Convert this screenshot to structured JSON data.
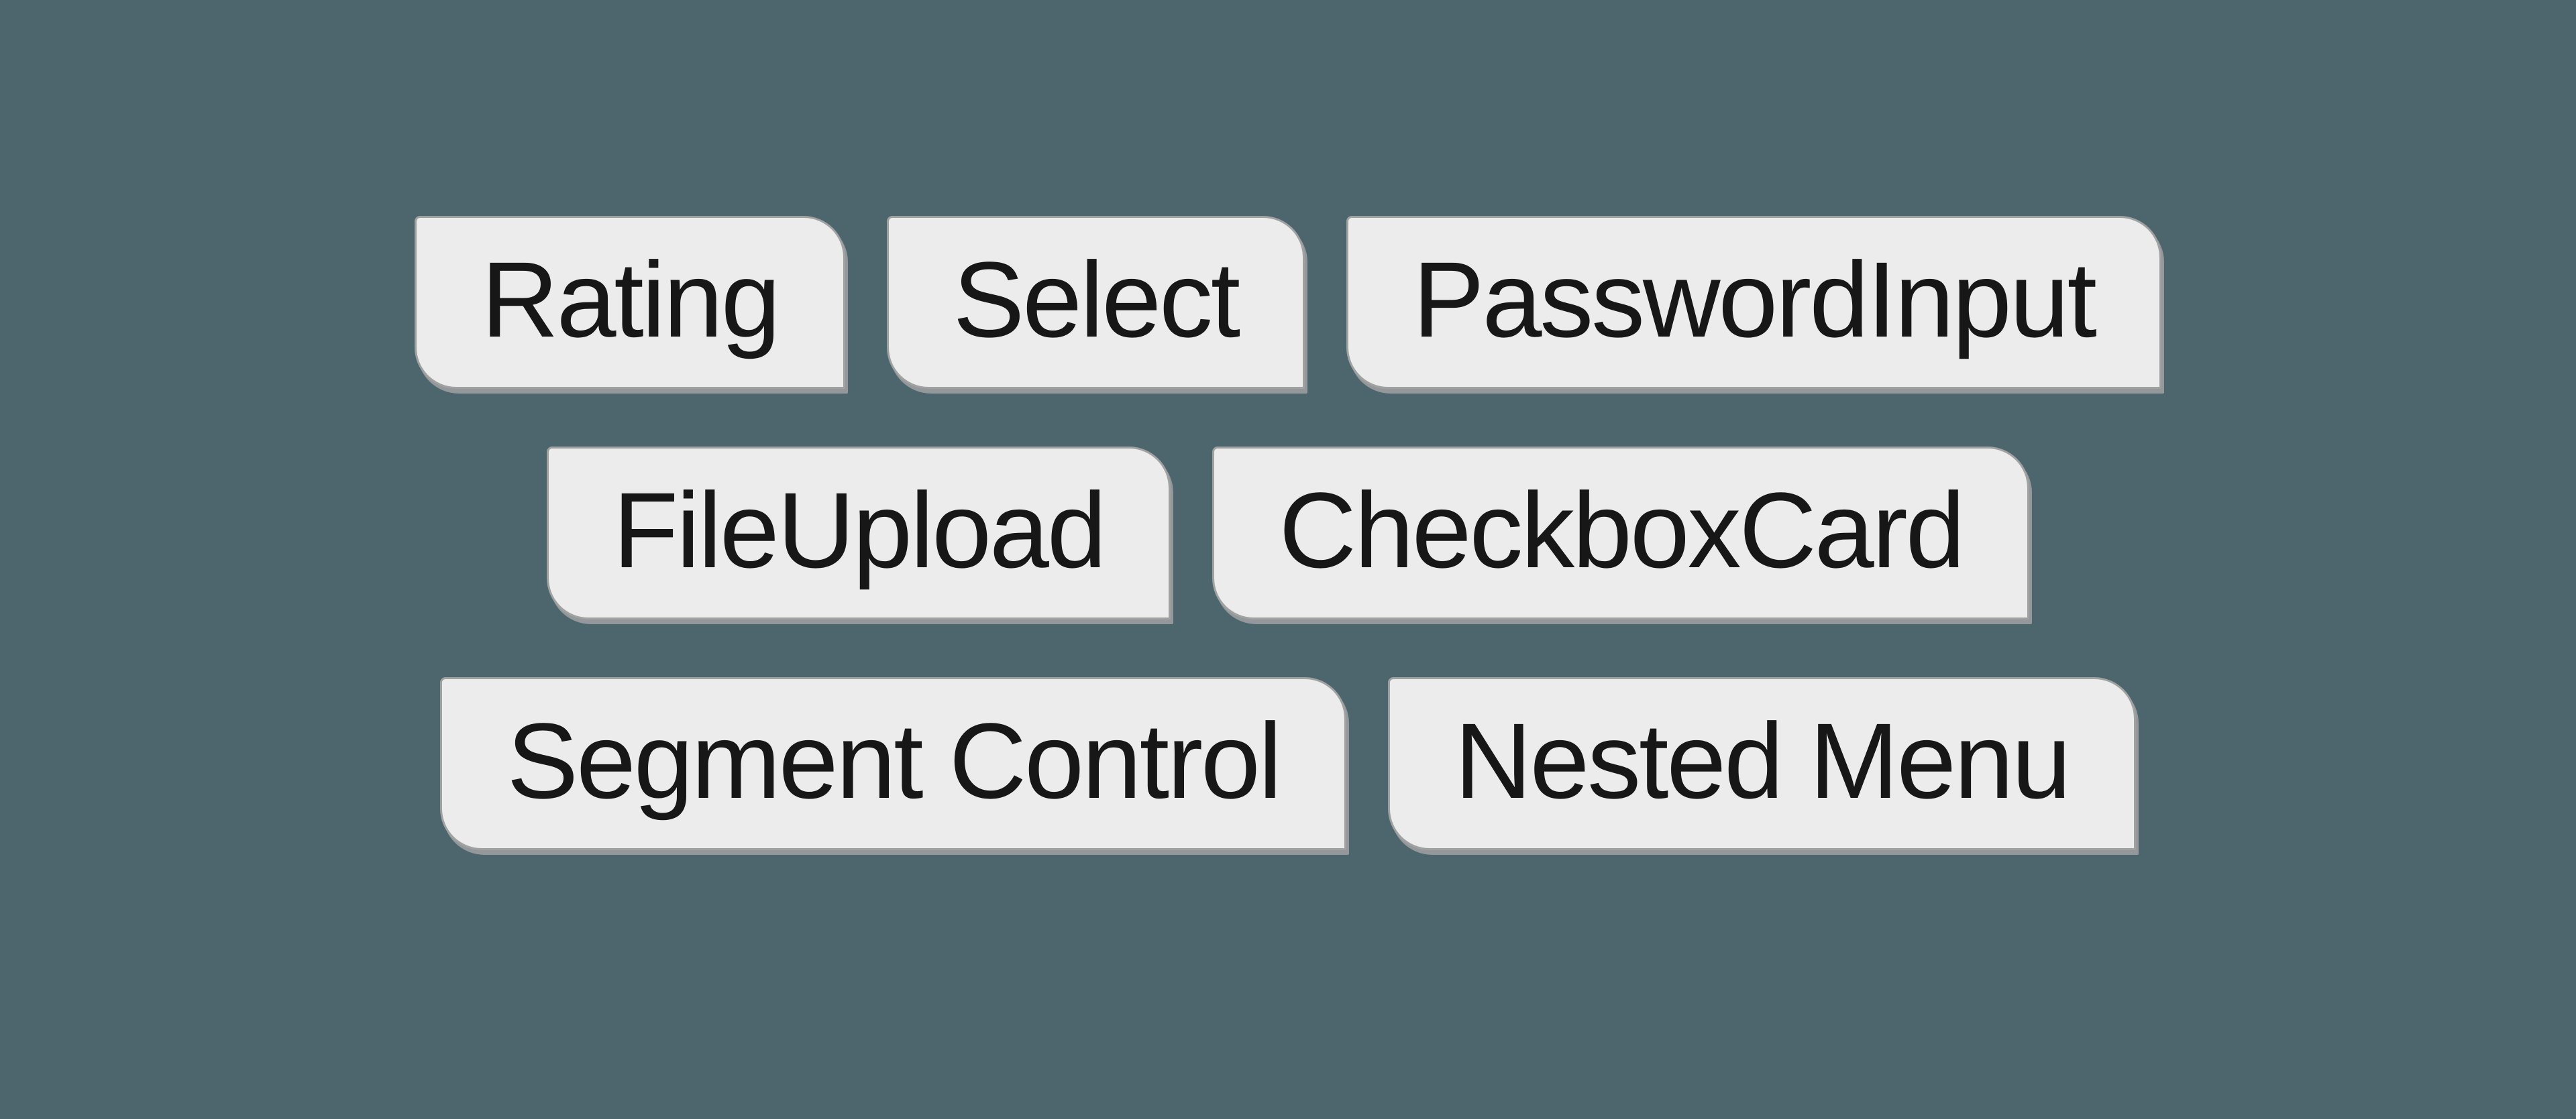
{
  "page": {
    "background_color": "#4d666e"
  },
  "tag_style": {
    "fill_color": "#ececec",
    "border_color": "#a0a2a2",
    "shadow_color": "#95989a",
    "text_color": "#171717",
    "corner_style": "rounded top-right and bottom-left, sharp top-left and bottom-right"
  },
  "rows": [
    {
      "items": [
        {
          "label": "Rating"
        },
        {
          "label": "Select"
        },
        {
          "label": "PasswordInput"
        }
      ]
    },
    {
      "items": [
        {
          "label": "FileUpload"
        },
        {
          "label": "CheckboxCard"
        }
      ]
    },
    {
      "items": [
        {
          "label": "Segment Control"
        },
        {
          "label": "Nested Menu"
        }
      ]
    }
  ]
}
